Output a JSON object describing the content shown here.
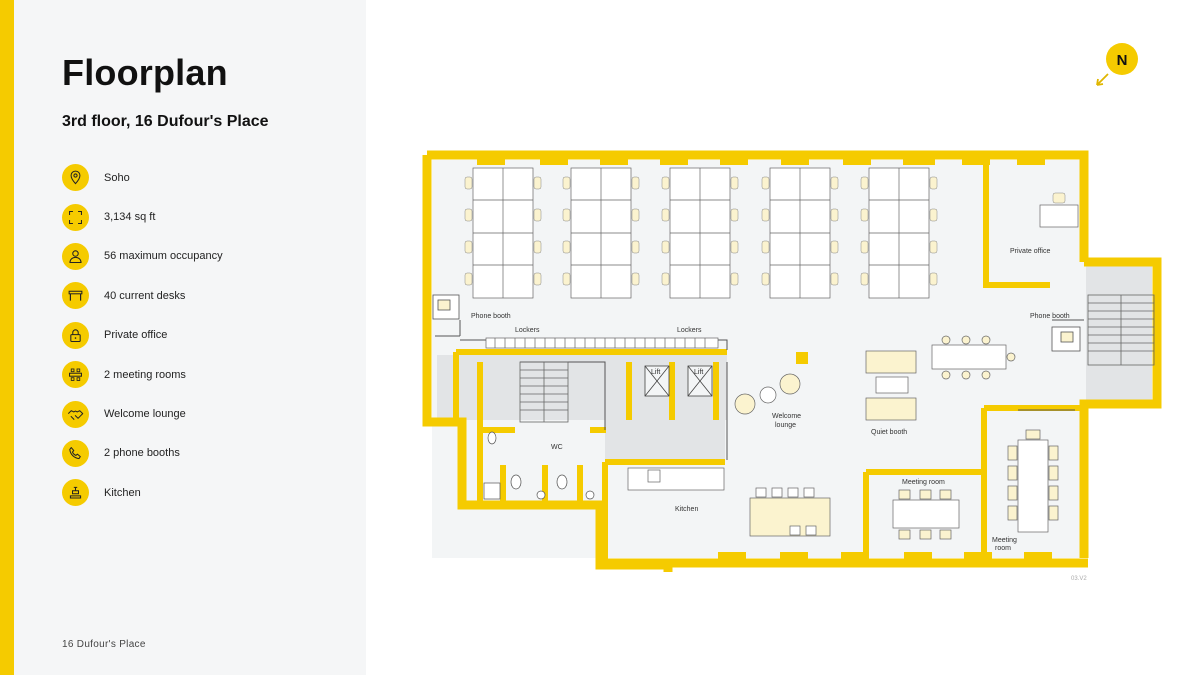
{
  "sidebar": {
    "title": "Floorplan",
    "subtitle": "3rd floor, 16 Dufour's Place",
    "features": [
      {
        "icon": "location-pin-icon",
        "label": "Soho"
      },
      {
        "icon": "area-frame-icon",
        "label": "3,134 sq ft"
      },
      {
        "icon": "person-icon",
        "label": "56 maximum occupancy"
      },
      {
        "icon": "desk-icon",
        "label": "40 current desks"
      },
      {
        "icon": "padlock-icon",
        "label": "Private office"
      },
      {
        "icon": "meeting-table-icon",
        "label": "2 meeting rooms"
      },
      {
        "icon": "handshake-icon",
        "label": "Welcome lounge"
      },
      {
        "icon": "phone-icon",
        "label": "2 phone booths"
      },
      {
        "icon": "kitchen-tap-icon",
        "label": "Kitchen"
      }
    ],
    "footer": "16 Dufour's Place"
  },
  "compass": {
    "label": "N"
  },
  "plan": {
    "labels": {
      "phone_booth_left": "Phone booth",
      "lockers_left": "Lockers",
      "lockers_right": "Lockers",
      "lift_1": "Lift",
      "lift_2": "Lift",
      "wc": "WC",
      "welcome_lounge_1": "Welcome",
      "welcome_lounge_2": "lounge",
      "quiet_booth": "Quiet booth",
      "private_office": "Private office",
      "phone_booth_right": "Phone booth",
      "kitchen": "Kitchen",
      "meeting_room_1": "Meeting room",
      "meeting_room_2_line1": "Meeting",
      "meeting_room_2_line2": "room",
      "version": "03.V2"
    }
  },
  "colors": {
    "accent": "#f5cb00",
    "panel": "#f5f6f7",
    "floor": "#f3f5f6",
    "core": "#e2e4e6",
    "furniture": "#fbf3cf"
  }
}
